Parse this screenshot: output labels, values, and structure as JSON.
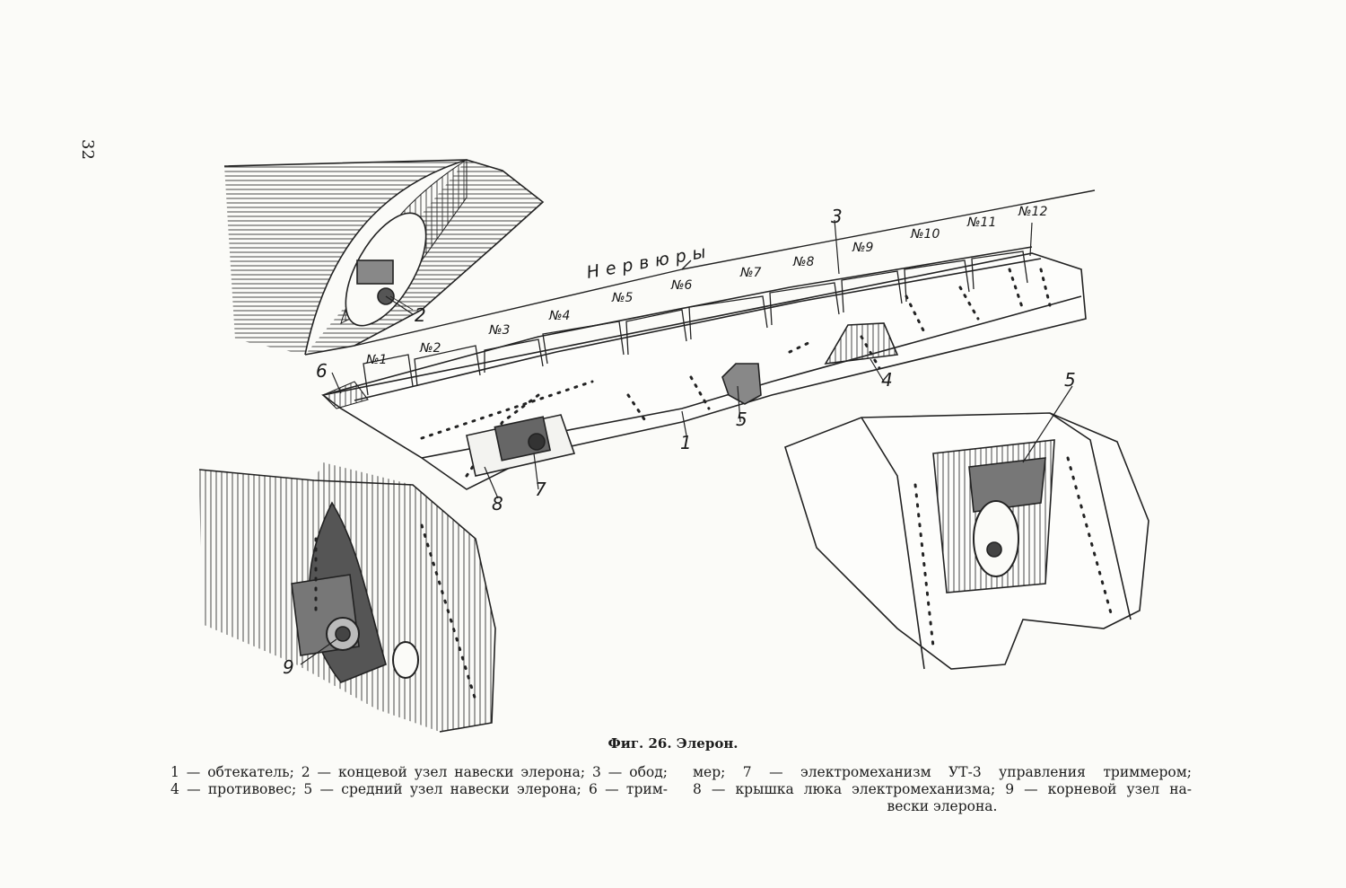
{
  "page_number": "32",
  "figure": {
    "caption": "Фиг. 26. Элерон.",
    "ribs_label": "Нервюры",
    "rib_numbers": [
      "№1",
      "№2",
      "№3",
      "№4",
      "№5",
      "№6",
      "№7",
      "№8",
      "№9",
      "№10",
      "№11",
      "№12"
    ],
    "callouts": {
      "c1": "1",
      "c2": "2",
      "c3": "3",
      "c4": "4",
      "c5a": "5",
      "c5b": "5",
      "c6": "6",
      "c7": "7",
      "c8": "8",
      "c9": "9"
    }
  },
  "legend": {
    "left_line1": "1 — обтекатель; 2 — концевой узел навески элерона; 3 — обод;",
    "left_line2": "4 — противовес; 5 — средний узел навески элерона; 6 — трим-",
    "right_line1": "мер; 7 — электромеханизм УТ-3 управления триммером;",
    "right_line2": "8 — крышка люка электромеханизма; 9 — корневой узел на-",
    "right_line3": "вески элерона."
  }
}
